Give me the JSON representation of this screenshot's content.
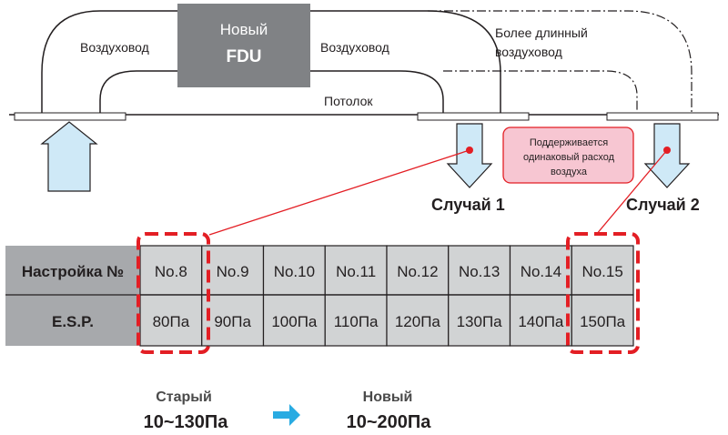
{
  "diagram": {
    "fdu_line1": "Новый",
    "fdu_line2": "FDU",
    "duct_left": "Воздуховод",
    "duct_right": "Воздуховод",
    "longer_duct_line1": "Более длинный",
    "longer_duct_line2": "воздуховод",
    "ceiling": "Потолок",
    "note_line1": "Поддерживается",
    "note_line2": "одинаковый расход",
    "note_line3": "воздуха",
    "case1": "Случай 1",
    "case2": "Случай 2"
  },
  "table": {
    "row1_header": "Настройка №",
    "row2_header": "E.S.P.",
    "settings": [
      "No.8",
      "No.9",
      "No.10",
      "No.11",
      "No.12",
      "No.13",
      "No.14",
      "No.15"
    ],
    "esp": [
      "80Па",
      "90Па",
      "100Па",
      "110Па",
      "120Па",
      "130Па",
      "140Па",
      "150Па"
    ]
  },
  "range": {
    "old_label": "Старый",
    "old_value": "10~130Па",
    "new_label": "Новый",
    "new_value": "10~200Па"
  },
  "colors": {
    "accent_red": "#e31e24",
    "fdu_box": "#808285",
    "arrow_fill": "#cfe9f7",
    "note_fill": "#f7c6d2",
    "table_cell": "#d1d3d4",
    "header_cell": "#a7a9ac",
    "range_arrow": "#29abe2"
  }
}
